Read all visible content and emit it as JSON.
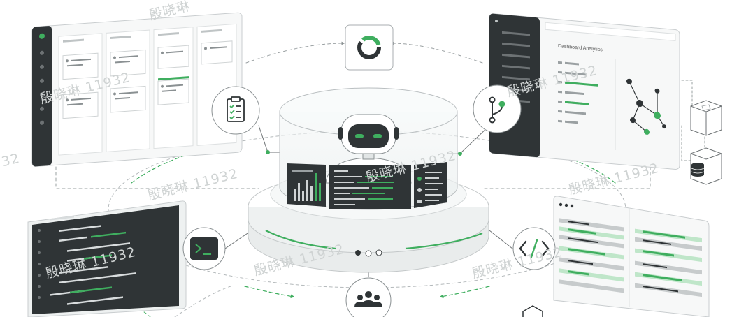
{
  "watermark": {
    "text": "殷晓琳 11932",
    "text_partial_top": "殷晓琳",
    "text_partial_left": "32"
  },
  "top_right_panel": {
    "header_text": "Dashboard Analytics"
  },
  "hub": {
    "indicator_count": 3
  },
  "icons": {
    "top_center": "donut-chart-icon",
    "top_left": "clipboard-checklist-icon",
    "top_right": "git-branch-icon",
    "mid_left": "terminal-icon",
    "mid_right": "code-brackets-icon",
    "bottom_center": "users-group-icon",
    "right_top_box": "cube-icon",
    "right_bottom_box": "database-icon",
    "center": "robot-icon",
    "bottom_right_partial": "shield-icon"
  },
  "colors": {
    "accent": "#3fae5f",
    "dark": "#2f3436",
    "line": "#9aa0a2",
    "light_border": "#c9cdcf"
  }
}
